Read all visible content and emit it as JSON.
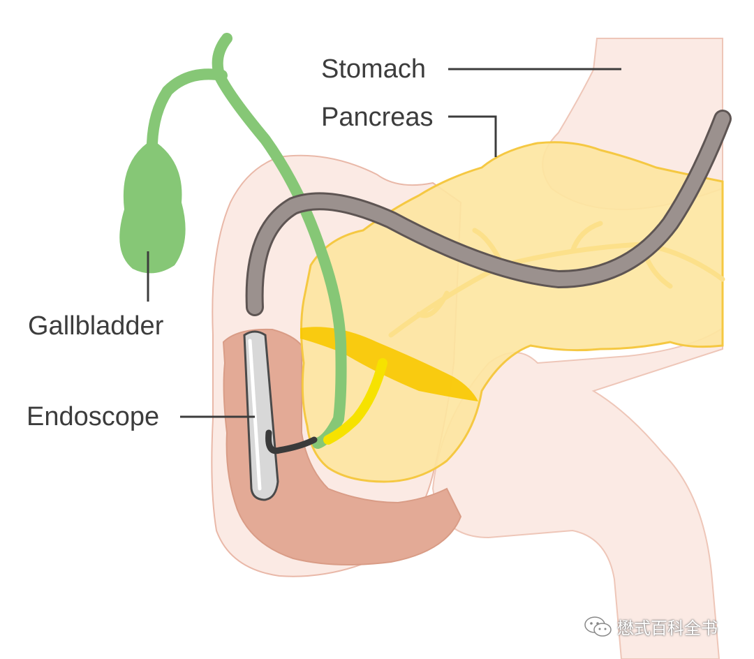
{
  "labels": {
    "stomach": "Stomach",
    "pancreas": "Pancreas",
    "gallbladder": "Gallbladder",
    "endoscope": "Endoscope"
  },
  "watermark": {
    "text": "懋式百科全书",
    "icon": "wechat-icon"
  },
  "colors": {
    "bile_duct": "#86c776",
    "pancreas": "#fde5a0",
    "pancreas_outline": "#f5c842",
    "pancreatic_duct": "#f8c800",
    "stomach": "#fbeae4",
    "duodenum_outline": "#e9b8a8",
    "mucosa": "#e3aa96",
    "endoscope_tube": "#9b918e",
    "label_text": "#3c3c3c"
  }
}
